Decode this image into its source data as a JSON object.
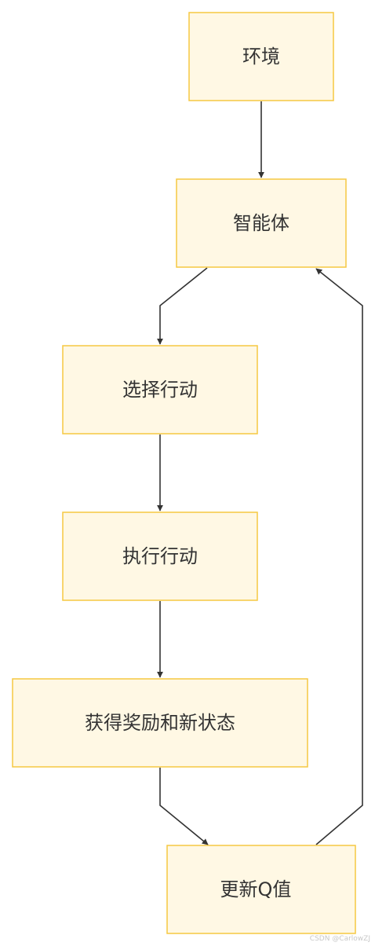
{
  "nodes": [
    {
      "id": "env",
      "label": "环境"
    },
    {
      "id": "agent",
      "label": "智能体"
    },
    {
      "id": "choose",
      "label": "选择行动"
    },
    {
      "id": "execute",
      "label": "执行行动"
    },
    {
      "id": "reward",
      "label": "获得奖励和新状态"
    },
    {
      "id": "update",
      "label": "更新Q值"
    }
  ],
  "edges": [
    {
      "from": "env",
      "to": "agent"
    },
    {
      "from": "agent",
      "to": "choose"
    },
    {
      "from": "choose",
      "to": "execute"
    },
    {
      "from": "execute",
      "to": "reward"
    },
    {
      "from": "reward",
      "to": "update"
    },
    {
      "from": "update",
      "to": "agent"
    }
  ],
  "colors": {
    "node_fill": "#fff8e4",
    "node_stroke": "#f5c842",
    "edge": "#333333",
    "text": "#333333"
  },
  "watermark": "CSDN @CarlowZJ"
}
